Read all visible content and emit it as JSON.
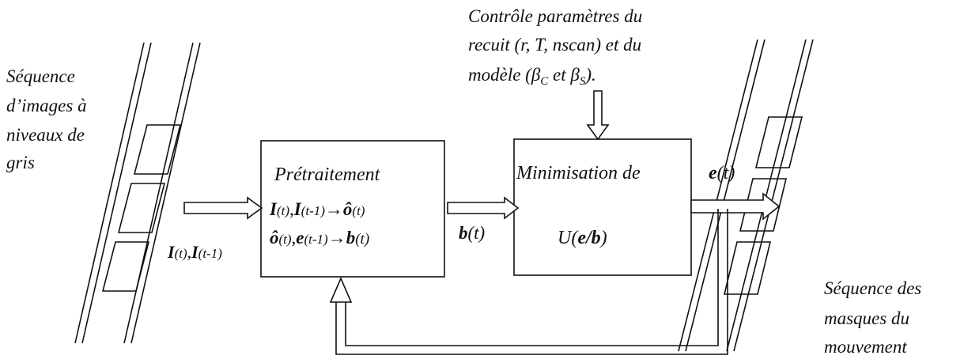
{
  "control": {
    "line1": "Contrôle paramètres du",
    "line2": "recuit (r, T, nscan) et du",
    "line3_prefix": "modèle (β",
    "line3_sub1": "C",
    "line3_mid": " et β",
    "line3_sub2": "S",
    "line3_suffix": ")."
  },
  "input_sequence": {
    "line1": "Séquence",
    "line2": "d’images à",
    "line3": "niveaux de",
    "line4": "gris"
  },
  "input_signal": {
    "i1": "I",
    "t1": "(t)",
    "comma": ",",
    "i2": "I",
    "t2": "(t-1)"
  },
  "pretraitement": {
    "title": "Prétraitement",
    "eq1": {
      "i1": "I",
      "t1": "(t)",
      "comma": ",",
      "i2": "I",
      "t2": "(t-1)",
      "arrow": "→",
      "o": "ô",
      "t3": "(t)"
    },
    "eq2": {
      "o": "ô",
      "t1": "(t)",
      "comma": ",",
      "e": "e",
      "t2": "(t-1)",
      "arrow": "→",
      "b": "b",
      "t3": "(t)"
    }
  },
  "b_signal": {
    "b": "b",
    "t": "(t)"
  },
  "minimisation": {
    "line1": "Minimisation de",
    "u_prefix": "U(",
    "e": "e",
    "slash": "/",
    "b": "b",
    "u_suffix": ")"
  },
  "e_signal": {
    "e": "e",
    "t": "(t)"
  },
  "output_sequence": {
    "line1": "Séquence des",
    "line2": "masques du",
    "line3": "mouvement"
  }
}
